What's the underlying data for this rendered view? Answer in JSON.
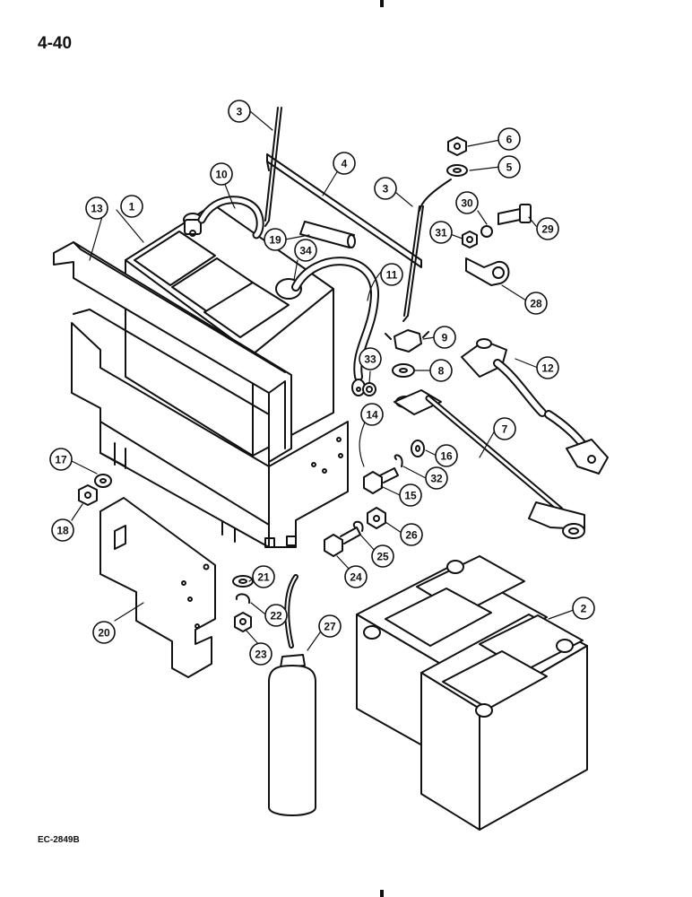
{
  "page_number": "4-40",
  "reference_code": "EC-2849B",
  "callouts": [
    {
      "id": "1"
    },
    {
      "id": "2"
    },
    {
      "id": "3"
    },
    {
      "id": "3"
    },
    {
      "id": "4"
    },
    {
      "id": "5"
    },
    {
      "id": "6"
    },
    {
      "id": "7"
    },
    {
      "id": "8"
    },
    {
      "id": "9"
    },
    {
      "id": "10"
    },
    {
      "id": "11"
    },
    {
      "id": "12"
    },
    {
      "id": "13"
    },
    {
      "id": "14"
    },
    {
      "id": "15"
    },
    {
      "id": "16"
    },
    {
      "id": "17"
    },
    {
      "id": "18"
    },
    {
      "id": "19"
    },
    {
      "id": "20"
    },
    {
      "id": "21"
    },
    {
      "id": "22"
    },
    {
      "id": "23"
    },
    {
      "id": "24"
    },
    {
      "id": "25"
    },
    {
      "id": "26"
    },
    {
      "id": "27"
    },
    {
      "id": "28"
    },
    {
      "id": "29"
    },
    {
      "id": "30"
    },
    {
      "id": "31"
    },
    {
      "id": "32"
    },
    {
      "id": "33"
    },
    {
      "id": "34"
    }
  ]
}
